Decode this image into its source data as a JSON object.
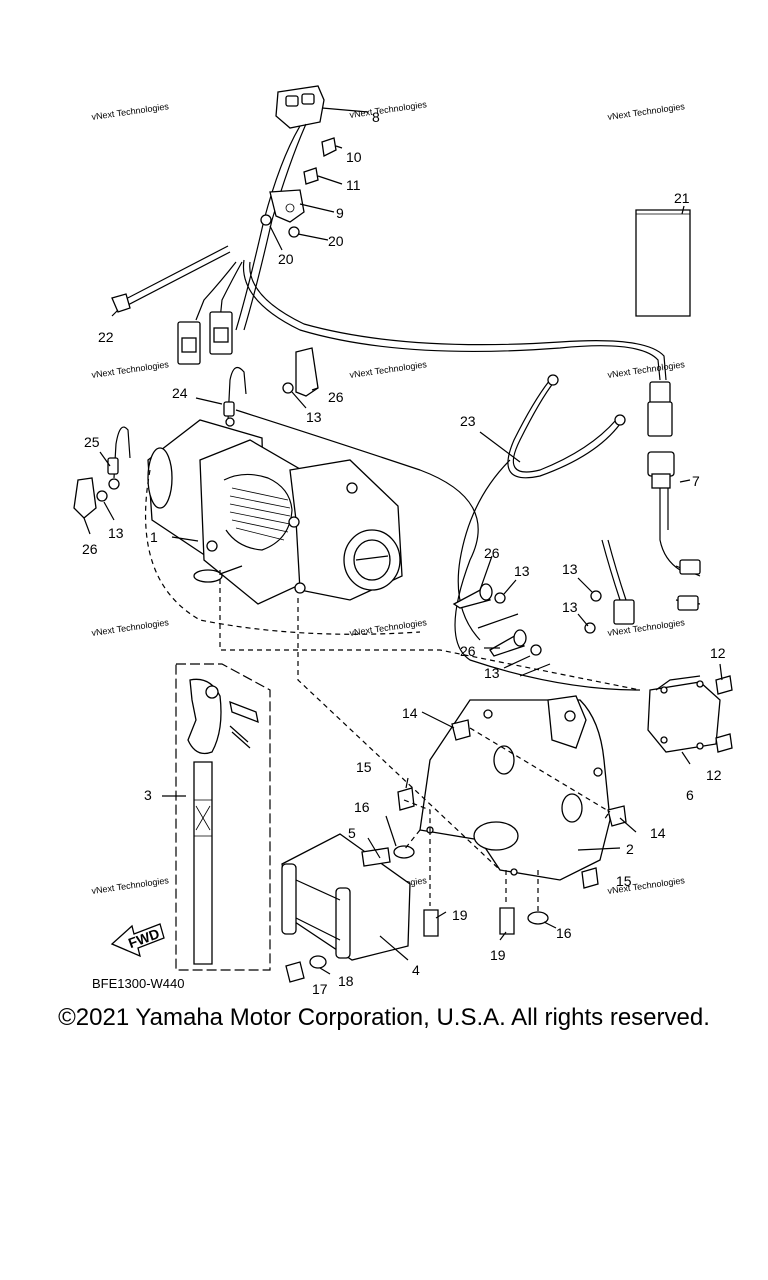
{
  "diagram_code": "BFE1300-W440",
  "copyright": "©2021 Yamaha Motor Corporation, U.S.A. All rights reserved.",
  "watermark": "vNext Technologies",
  "fwd_label": "FWD",
  "callouts": {
    "p1": "1",
    "p2": "2",
    "p3": "3",
    "p4": "4",
    "p5": "5",
    "p6": "6",
    "p7": "7",
    "p8": "8",
    "p9": "9",
    "p10": "10",
    "p11": "11",
    "p12a": "12",
    "p12b": "12",
    "p13a": "13",
    "p13b": "13",
    "p13c": "13",
    "p13d": "13",
    "p13e": "13",
    "p13f": "13",
    "p14a": "14",
    "p14b": "14",
    "p15a": "15",
    "p15b": "15",
    "p16a": "16",
    "p16b": "16",
    "p17": "17",
    "p18": "18",
    "p19a": "19",
    "p19b": "19",
    "p20a": "20",
    "p20b": "20",
    "p21": "21",
    "p22": "22",
    "p23": "23",
    "p24": "24",
    "p25": "25",
    "p26a": "26",
    "p26b": "26",
    "p26c": "26",
    "p26d": "26"
  }
}
